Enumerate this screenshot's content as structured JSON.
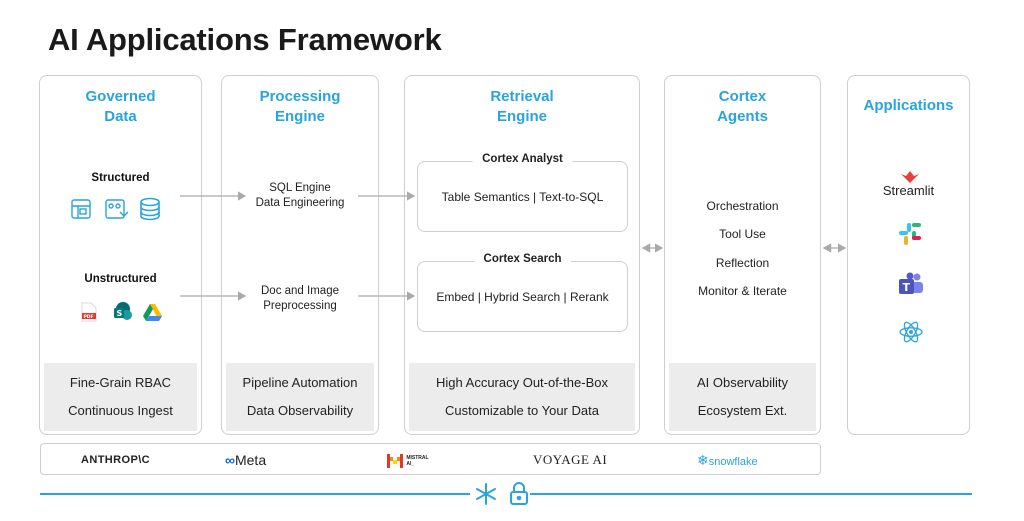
{
  "title": "AI Applications Framework",
  "columns": {
    "governed": {
      "heading_line1": "Governed",
      "heading_line2": "Data",
      "structured_label": "Structured",
      "unstructured_label": "Unstructured",
      "footer": [
        "Fine-Grain RBAC",
        "Continuous Ingest"
      ]
    },
    "processing": {
      "heading_line1": "Processing",
      "heading_line2": "Engine",
      "item1_line1": "SQL Engine",
      "item1_line2": "Data Engineering",
      "item2_line1": "Doc and Image",
      "item2_line2": "Preprocessing",
      "footer": [
        "Pipeline Automation",
        "Data Observability"
      ]
    },
    "retrieval": {
      "heading_line1": "Retrieval",
      "heading_line2": "Engine",
      "box1_title": "Cortex Analyst",
      "box1_text": "Table Semantics | Text-to-SQL",
      "box2_title": "Cortex Search",
      "box2_text": "Embed | Hybrid Search | Rerank",
      "footer": [
        "High Accuracy Out-of-the-Box",
        "Customizable to Your Data"
      ]
    },
    "agents": {
      "heading_line1": "Cortex",
      "heading_line2": "Agents",
      "items": [
        "Orchestration",
        "Tool Use",
        "Reflection",
        "Monitor & Iterate"
      ],
      "footer": [
        "AI Observability",
        "Ecosystem Ext."
      ]
    },
    "applications": {
      "heading": "Applications",
      "streamlit_label": "Streamlit",
      "icons": [
        "streamlit-icon",
        "slack-icon",
        "teams-icon",
        "react-icon"
      ]
    }
  },
  "partners": {
    "anthropic": "ANTHROP\\C",
    "meta": "Meta",
    "mistral": "MISTRAL AI_",
    "voyage": "VOYAGE AI",
    "snowflake": "snowflake"
  },
  "colors": {
    "accent": "#29a4dc",
    "footer_bg": "#ececec",
    "border": "#cfcfcf"
  }
}
